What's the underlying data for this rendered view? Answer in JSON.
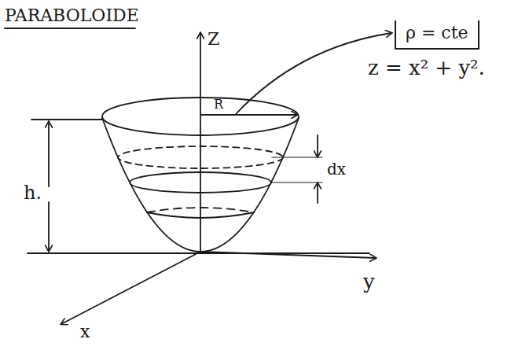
{
  "diagram": {
    "title": "PARABOLOIDE",
    "nodes": [
      {
        "text": [
          "ρ = cte"
        ]
      }
    ],
    "labels": [
      "z = x² + y².",
      "h.",
      "dx",
      "R",
      "Z",
      "y",
      "x"
    ]
  }
}
